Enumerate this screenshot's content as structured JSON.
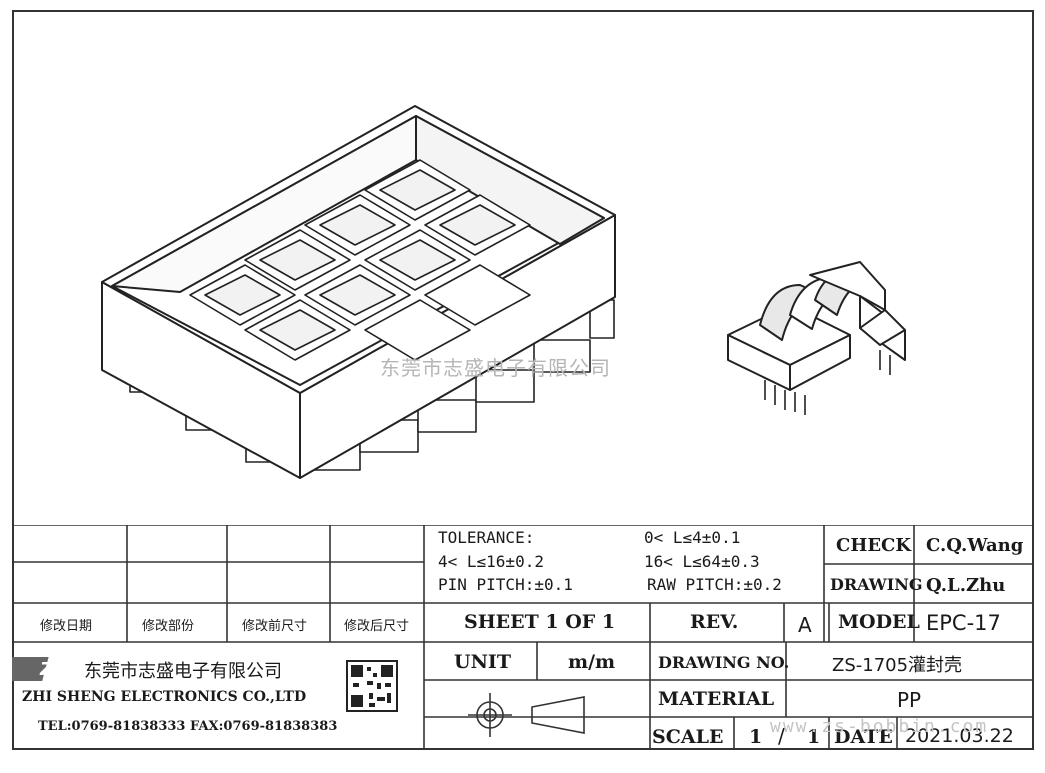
{
  "watermark": {
    "company": "东莞市志盛电子有限公司",
    "url": "www.zs-bobbin.com"
  },
  "revision_headers": [
    "修改日期",
    "修改部份",
    "修改前尺寸",
    "修改后尺寸"
  ],
  "tolerance": {
    "label": "TOLERANCE:",
    "r1": "0< L≤4±0.1",
    "r2": "4< L≤16±0.2",
    "r3": "16< L≤64±0.3",
    "pin_pitch": "PIN PITCH:±0.1",
    "raw_pitch": "RAW PITCH:±0.2"
  },
  "check": {
    "label": "CHECK",
    "value": "C.Q.Wang"
  },
  "drawing": {
    "label": "DRAWING",
    "value": "Q.L.Zhu"
  },
  "sheet": "SHEET 1 OF 1",
  "rev": {
    "label": "REV.",
    "value": "A"
  },
  "model": {
    "label": "MODEL",
    "value": "EPC-17"
  },
  "unit": {
    "label": "UNIT",
    "value": "m/m"
  },
  "drawing_no": {
    "label": "DRAWING NO.",
    "value": "ZS-1705灌封壳"
  },
  "material": {
    "label": "MATERIAL",
    "value": "PP"
  },
  "scale": {
    "label": "SCALE",
    "v1": "1",
    "slash": "/",
    "v2": "1"
  },
  "date": {
    "label": "DATE",
    "value": "2021.03.22"
  },
  "company": {
    "logo": "ZS",
    "name_cn": "东莞市志盛电子有限公司",
    "name_en": "ZHI SHENG ELECTRONICS CO.,LTD",
    "contact": "TEL:0769-81838333 FAX:0769-81838383"
  },
  "icons": {
    "qr": "qr-code-icon",
    "projection": "first-angle-projection-icon"
  }
}
